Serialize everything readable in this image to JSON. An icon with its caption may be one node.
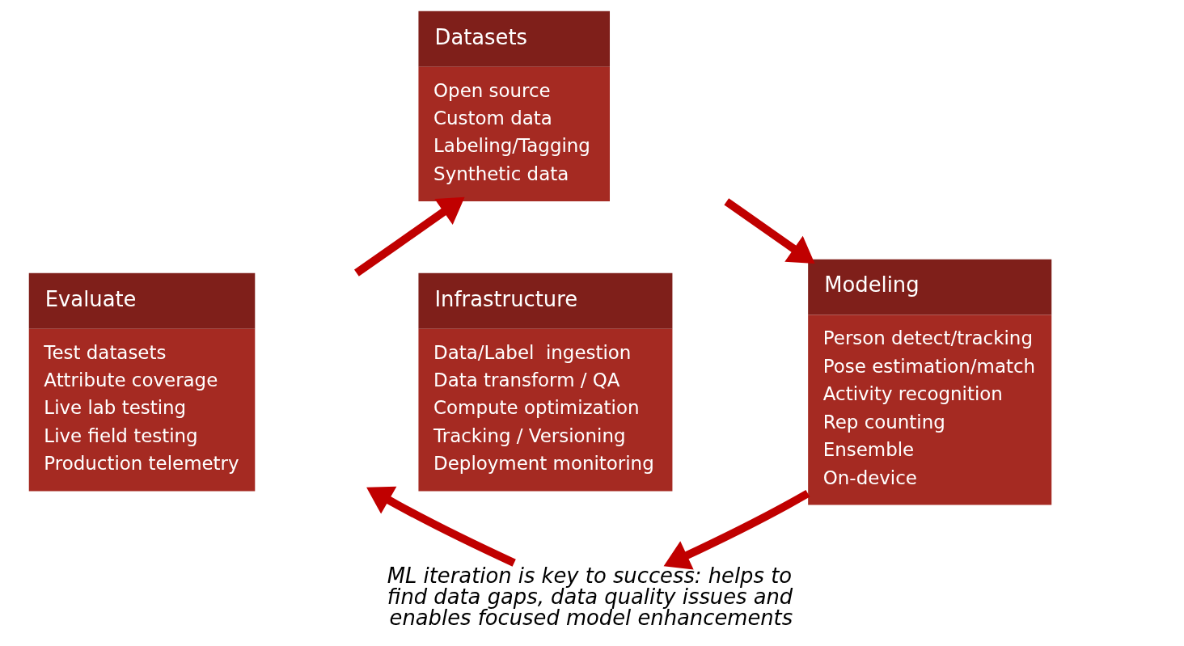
{
  "diagram": {
    "nodes": [
      {
        "text": [
          "Datasets",
          "Open source",
          "Custom data",
          "Labeling/Tagging",
          "Synthetic data"
        ]
      },
      {
        "text": [
          "Evaluate",
          "Test datasets",
          "Attribute coverage",
          "Live lab testing",
          "Live field testing",
          "Production telemetry"
        ]
      },
      {
        "text": [
          "Infrastructure",
          "Data/Label  ingestion",
          "Data transform / QA",
          "Compute optimization",
          "Tracking / Versioning",
          "Deployment monitoring"
        ]
      },
      {
        "text": [
          "Modeling",
          "Person detect/tracking",
          "Pose estimation/match",
          "Activity recognition",
          "Rep counting",
          "Ensemble",
          "On-device"
        ]
      },
      {
        "text": [
          "ML iteration is key to success: helps to find data gaps, data quality issues and enables focused model enhancements"
        ]
      }
    ],
    "edges": [
      {
        "from": 1,
        "to": 0,
        "arrow": "to"
      },
      {
        "from": 0,
        "to": 3,
        "arrow": "to"
      },
      {
        "from": 3,
        "to": 4,
        "arrow": "to"
      },
      {
        "from": 4,
        "to": 1,
        "arrow": "to"
      }
    ]
  }
}
